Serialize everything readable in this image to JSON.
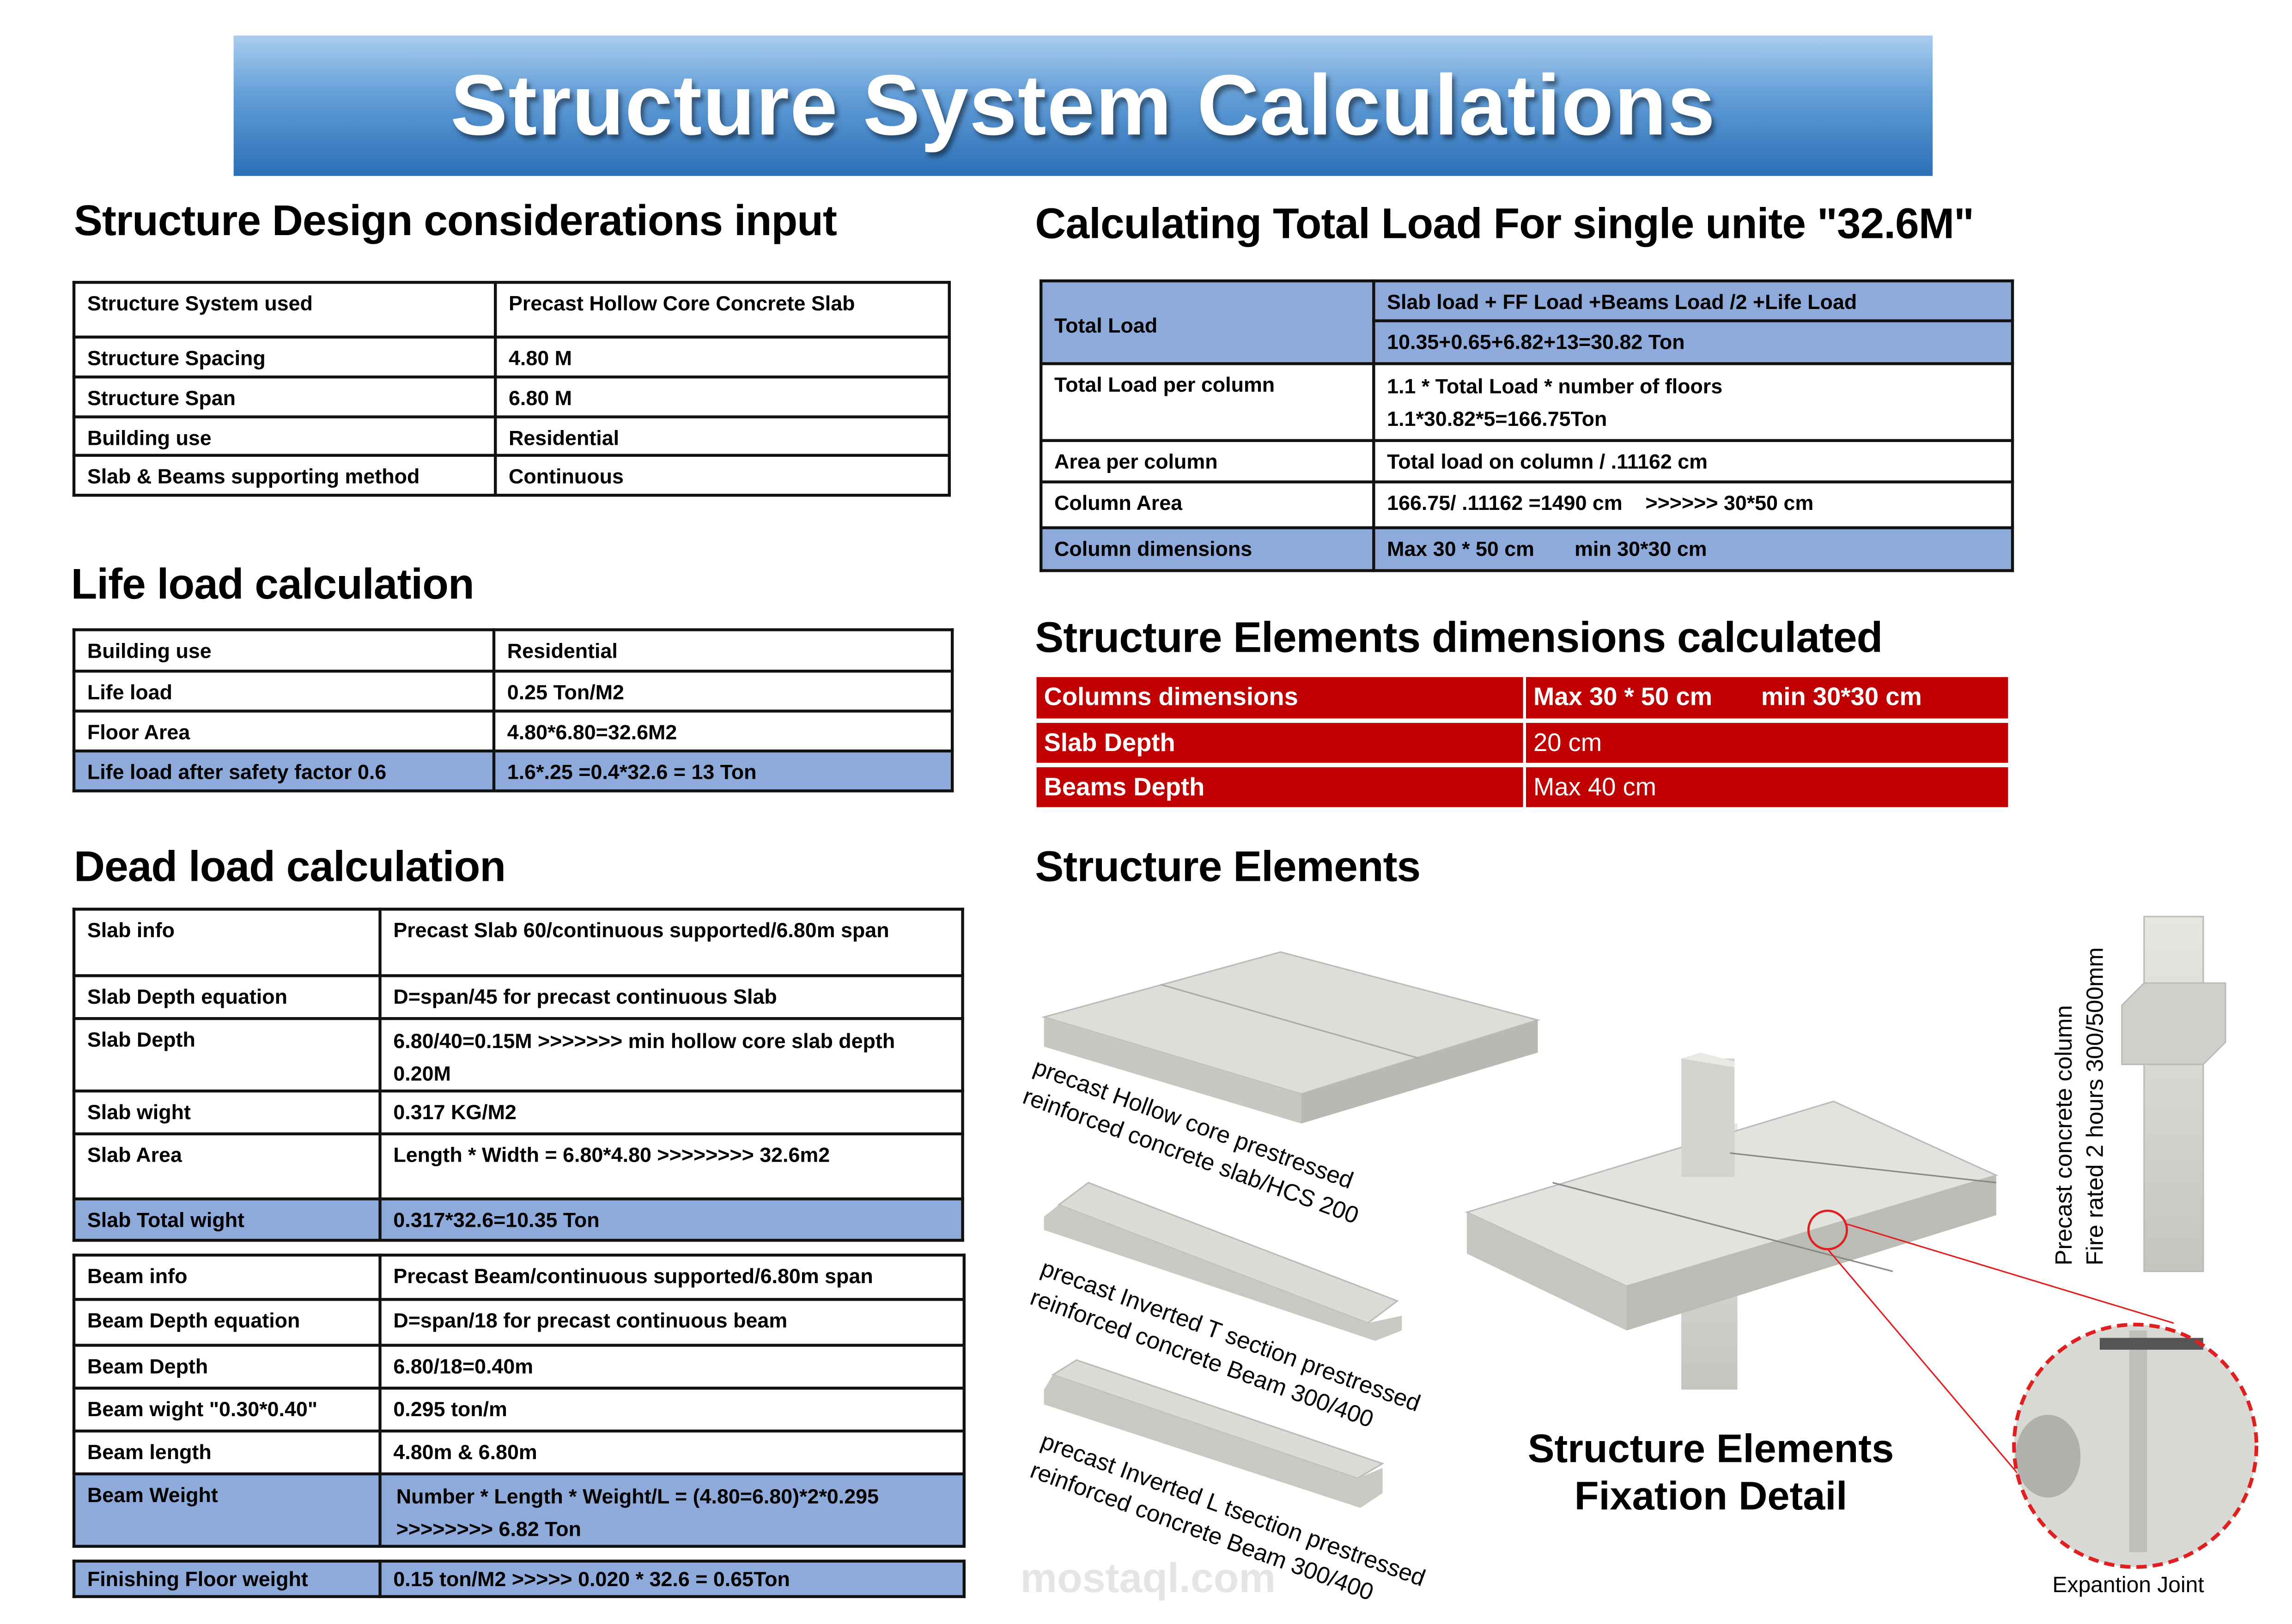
{
  "title": "Structure System Calculations",
  "design_inputs": {
    "heading": "Structure Design considerations input",
    "rows": [
      [
        "Structure System used",
        "Precast Hollow Core Concrete Slab"
      ],
      [
        "Structure Spacing",
        "4.80 M"
      ],
      [
        "Structure Span",
        "6.80 M"
      ],
      [
        "Building use",
        "Residential"
      ],
      [
        "Slab & Beams supporting method",
        "Continuous"
      ]
    ]
  },
  "life_load": {
    "heading": "Life load calculation",
    "rows": [
      [
        "Building use",
        "Residential"
      ],
      [
        "Life load",
        "0.25 Ton/M2"
      ],
      [
        "Floor Area",
        "4.80*6.80=32.6M2"
      ],
      [
        "Life load after safety factor 0.6",
        "1.6*.25 =0.4*32.6 = 13 Ton"
      ]
    ]
  },
  "dead_load": {
    "heading": "Dead load calculation",
    "slab_rows": [
      [
        "Slab info",
        "Precast Slab 60/continuous supported/6.80m span"
      ],
      [
        "Slab Depth equation",
        "D=span/45 for precast continuous Slab"
      ],
      [
        "Slab Depth",
        "6.80/40=0.15M    >>>>>>> min hollow core slab depth 0.20M"
      ],
      [
        "Slab wight",
        "0.317 KG/M2"
      ],
      [
        "Slab Area",
        "Length * Width = 6.80*4.80 >>>>>>>> 32.6m2"
      ],
      [
        "Slab Total wight",
        "0.317*32.6=10.35 Ton"
      ]
    ],
    "beam_rows": [
      [
        "Beam info",
        "Precast Beam/continuous supported/6.80m span"
      ],
      [
        "Beam Depth equation",
        "D=span/18 for precast continuous beam"
      ],
      [
        "Beam Depth",
        "6.80/18=0.40m"
      ],
      [
        "Beam wight \"0.30*0.40\"",
        "0.295 ton/m"
      ],
      [
        "Beam length",
        "4.80m & 6.80m"
      ],
      [
        "Beam Weight",
        "Number * Length * Weight/L = (4.80=6.80)*2*0.295 >>>>>>>> 6.82 Ton"
      ]
    ],
    "finishing_row": [
      "Finishing Floor weight",
      "0.15 ton/M2  >>>>> 0.020 * 32.6 = 0.65Ton"
    ]
  },
  "total_load": {
    "heading": "Calculating Total Load For single unite \"32.6M\"",
    "total_label": "Total Load",
    "total_formula": "Slab load + FF Load +Beams Load /2 +Life Load",
    "total_value": "10.35+0.65+6.82+13=30.82 Ton",
    "per_column_label": "Total Load per column",
    "per_column_formula": "1.1 * Total Load * number of floors",
    "per_column_value": "1.1*30.82*5=166.75Ton",
    "rows": [
      [
        "Area per column",
        "Total load on column / .11162 cm"
      ],
      [
        "Column Area",
        "166.75/ .11162 =1490 cm    >>>>>> 30*50 cm"
      ],
      [
        "Column dimensions",
        "Max 30 * 50 cm       min 30*30 cm"
      ]
    ]
  },
  "elements_dims": {
    "heading": "Structure Elements dimensions calculated",
    "rows": [
      [
        "Columns dimensions",
        "Max 30 * 50 cm       min 30*30 cm"
      ],
      [
        "Slab Depth",
        "20 cm"
      ],
      [
        "Beams Depth",
        "Max 40 cm"
      ]
    ]
  },
  "elements": {
    "heading": "Structure Elements",
    "slab_label": [
      "precast Hollow core prestressed",
      "reinforced concrete slab/HCS 200"
    ],
    "t_beam_label": [
      "precast Inverted T section prestressed",
      "reinforced concrete Beam 300/400"
    ],
    "l_beam_label": [
      "precast Inverted L tsection prestressed",
      "reinforced concrete Beam 300/400"
    ],
    "column_label": [
      "Precast concrete column",
      "Fire rated 2 hours 300/500mm"
    ],
    "fixation_caption": [
      "Structure Elements",
      "Fixation Detail"
    ],
    "joint_label": "Expantion Joint",
    "watermark": "mostaql.com"
  },
  "colors": {
    "banner": "#2c6fb6",
    "highlight": "#8eaadb",
    "red": "#c00000",
    "concrete": "#d9d9d6"
  }
}
